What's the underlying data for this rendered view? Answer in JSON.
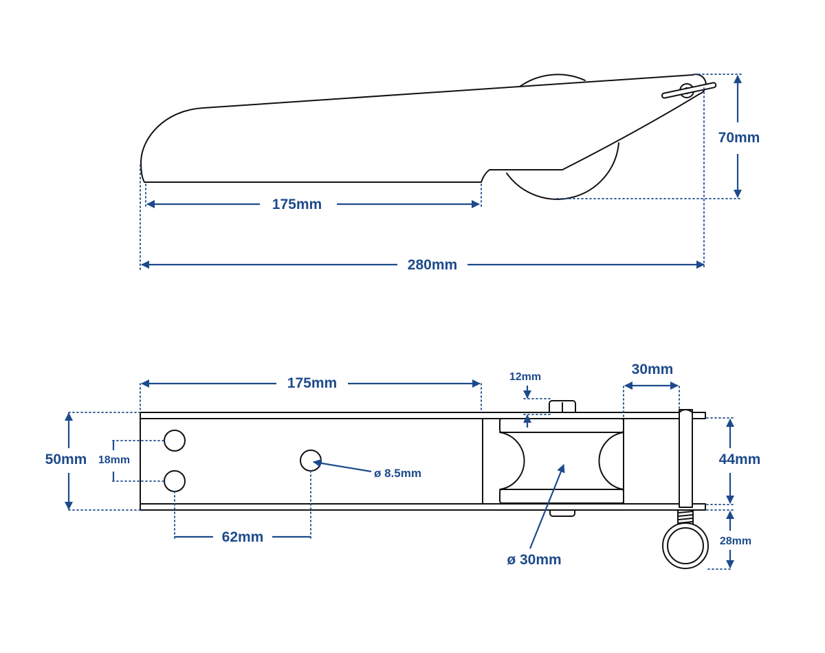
{
  "colors": {
    "line": "#111111",
    "dimension": "#1d4a8c",
    "background": "#ffffff"
  },
  "side_view": {
    "length_175": "175mm",
    "length_280": "280mm",
    "height_70": "70mm"
  },
  "top_view": {
    "length_175": "175mm",
    "width_50": "50mm",
    "spacing_18": "18mm",
    "hole_offset_62": "62mm",
    "hole_diameter": "ø 8.5mm",
    "roller_diameter": "ø 30mm",
    "bolt_12": "12mm",
    "pin_gap_30": "30mm",
    "roller_width_44": "44mm",
    "ring_28": "28mm"
  }
}
